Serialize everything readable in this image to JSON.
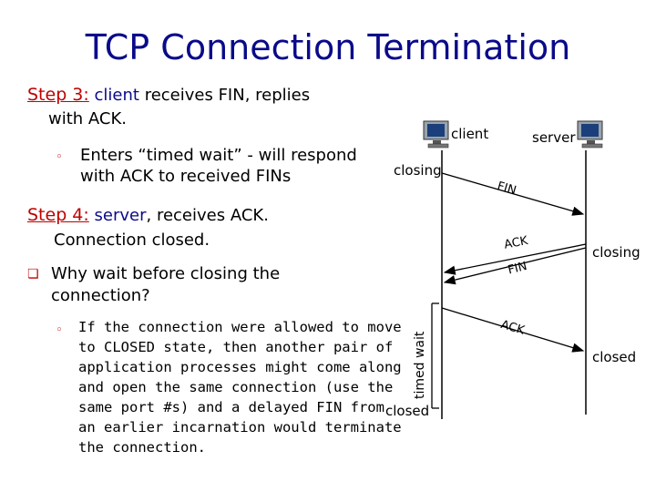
{
  "title": "TCP Connection Termination",
  "step3": {
    "label": "Step 3:",
    "actor": "client",
    "text1": " receives FIN, replies",
    "text2": "with ACK.",
    "bullet": "Enters “timed wait” - will respond",
    "bullet_line2": "with ACK to received FINs"
  },
  "step4": {
    "label": "Step 4:",
    "actor": "server",
    "text1": ", receives ACK.",
    "text2": "Connection closed."
  },
  "question": {
    "line1": "Why wait before closing the",
    "line2": "connection?"
  },
  "note": {
    "lines": [
      "If the connection were allowed to move",
      "to CLOSED state, then another pair of",
      "application processes might come along",
      "and open the same connection (use the",
      "same port #s) and a delayed FIN from",
      "an earlier incarnation would terminate",
      "the connection."
    ]
  },
  "diagram": {
    "client_label": "client",
    "server_label": "server",
    "client_closing": "closing",
    "server_closing": "closing",
    "client_closed": "closed",
    "server_closed": "closed",
    "timed_wait": "timed wait",
    "msg1": "FIN",
    "msg2": "ACK",
    "msg3": "FIN",
    "msg4": "ACK"
  },
  "colors": {
    "title": "#0a0a8a",
    "step_label": "#c00000",
    "step_actor": "#0a0a8a",
    "bullet_r": "#c00000"
  },
  "icons": [
    "computer-icon"
  ]
}
